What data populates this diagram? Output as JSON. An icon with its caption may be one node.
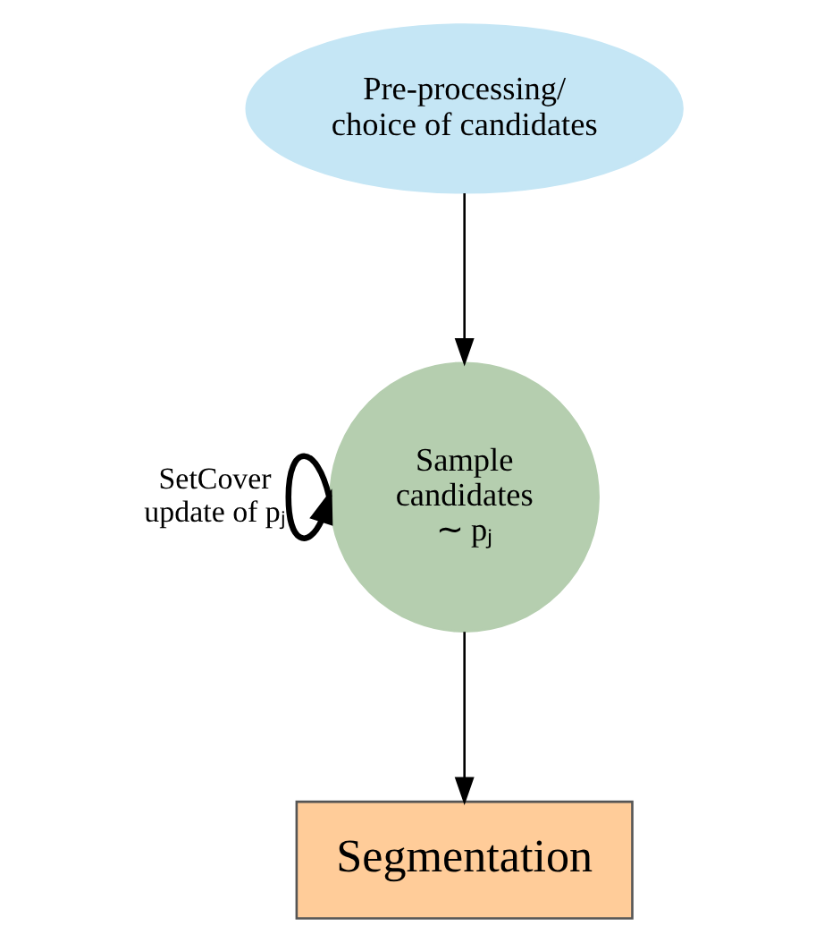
{
  "diagram": {
    "nodes": [
      {
        "text": [
          "Pre-processing/ choice of candidates"
        ]
      },
      {
        "text": [
          "Sample candidates ∼ pⱼ"
        ]
      },
      {
        "text": [
          "Segmentation"
        ]
      }
    ],
    "edges": [
      {
        "from": 0,
        "to": 1,
        "arrow": "to"
      },
      {
        "from": 1,
        "to": 1,
        "arrow": "to",
        "label": "SetCover update of pⱼ",
        "style": "thick"
      },
      {
        "from": 1,
        "to": 2,
        "arrow": "to"
      }
    ]
  }
}
